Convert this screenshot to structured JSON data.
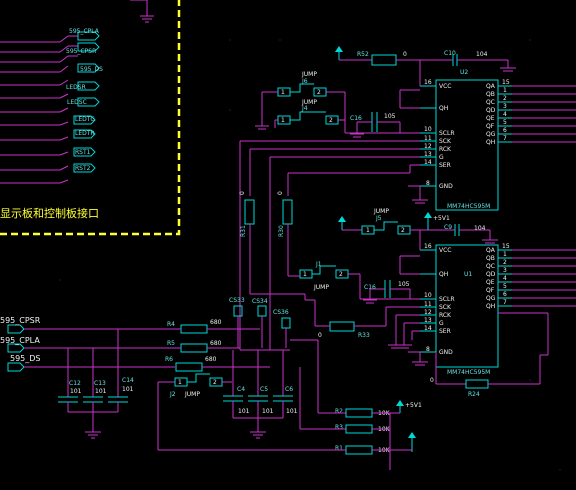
{
  "board": {
    "label": "显示板和控制板接口"
  },
  "left_ports": [
    "595_CPLA",
    "595_CPSR",
    "595_DS",
    "LEDSR",
    "LEDSC",
    "LEDTG",
    "LEDTR",
    "RST1",
    "RST2"
  ],
  "inputs": [
    "595_CPSR",
    "595_CPLA",
    "595_DS"
  ],
  "u2": {
    "ref": "U2",
    "part": "MM74HC595M"
  },
  "u1": {
    "ref": "U1",
    "part": "MM74HC595M"
  },
  "power": {
    "v5": "+5V1"
  },
  "parts": {
    "r52": "R52",
    "c10": "C10",
    "c9": "C9",
    "c16": "C16",
    "j6": "J6",
    "j4": "J4",
    "j5": "J5",
    "j1": "J1",
    "j2": "J2",
    "r31": "R31",
    "r30": "R30",
    "r33": "R33",
    "r24": "R24",
    "r4": "R4",
    "r5": "R5",
    "r6": "R6",
    "cs33": "CS33",
    "cs34": "CS34",
    "cs36": "CS36",
    "c12": "C12",
    "c13": "C13",
    "c14": "C14",
    "c4": "C4",
    "c5": "C5",
    "c6": "C6",
    "r1": "R1",
    "r2": "R2",
    "r3": "R3"
  },
  "values": {
    "r52": "0",
    "c10": "104",
    "c9": "104",
    "c16": "105",
    "r31": "0",
    "r30": "0",
    "r33": "0",
    "r24": "0",
    "r4": "680",
    "r5": "680",
    "r6": "680",
    "c12": "101",
    "c13": "101",
    "c14": "101",
    "c4": "101",
    "c5": "101",
    "c6": "101",
    "r1": "10K",
    "r2": "10K",
    "r3": "10K"
  },
  "jumpers": {
    "j6_type": "JUMP",
    "j4_type": "JUMP",
    "j5_type": "JUMP",
    "j1_type": "JUMP",
    "j2_type": "JUMP"
  },
  "colors": {
    "wire": "#cc33cc",
    "component": "#00d8d8",
    "outline": "#ffff33",
    "background": "#000000"
  }
}
